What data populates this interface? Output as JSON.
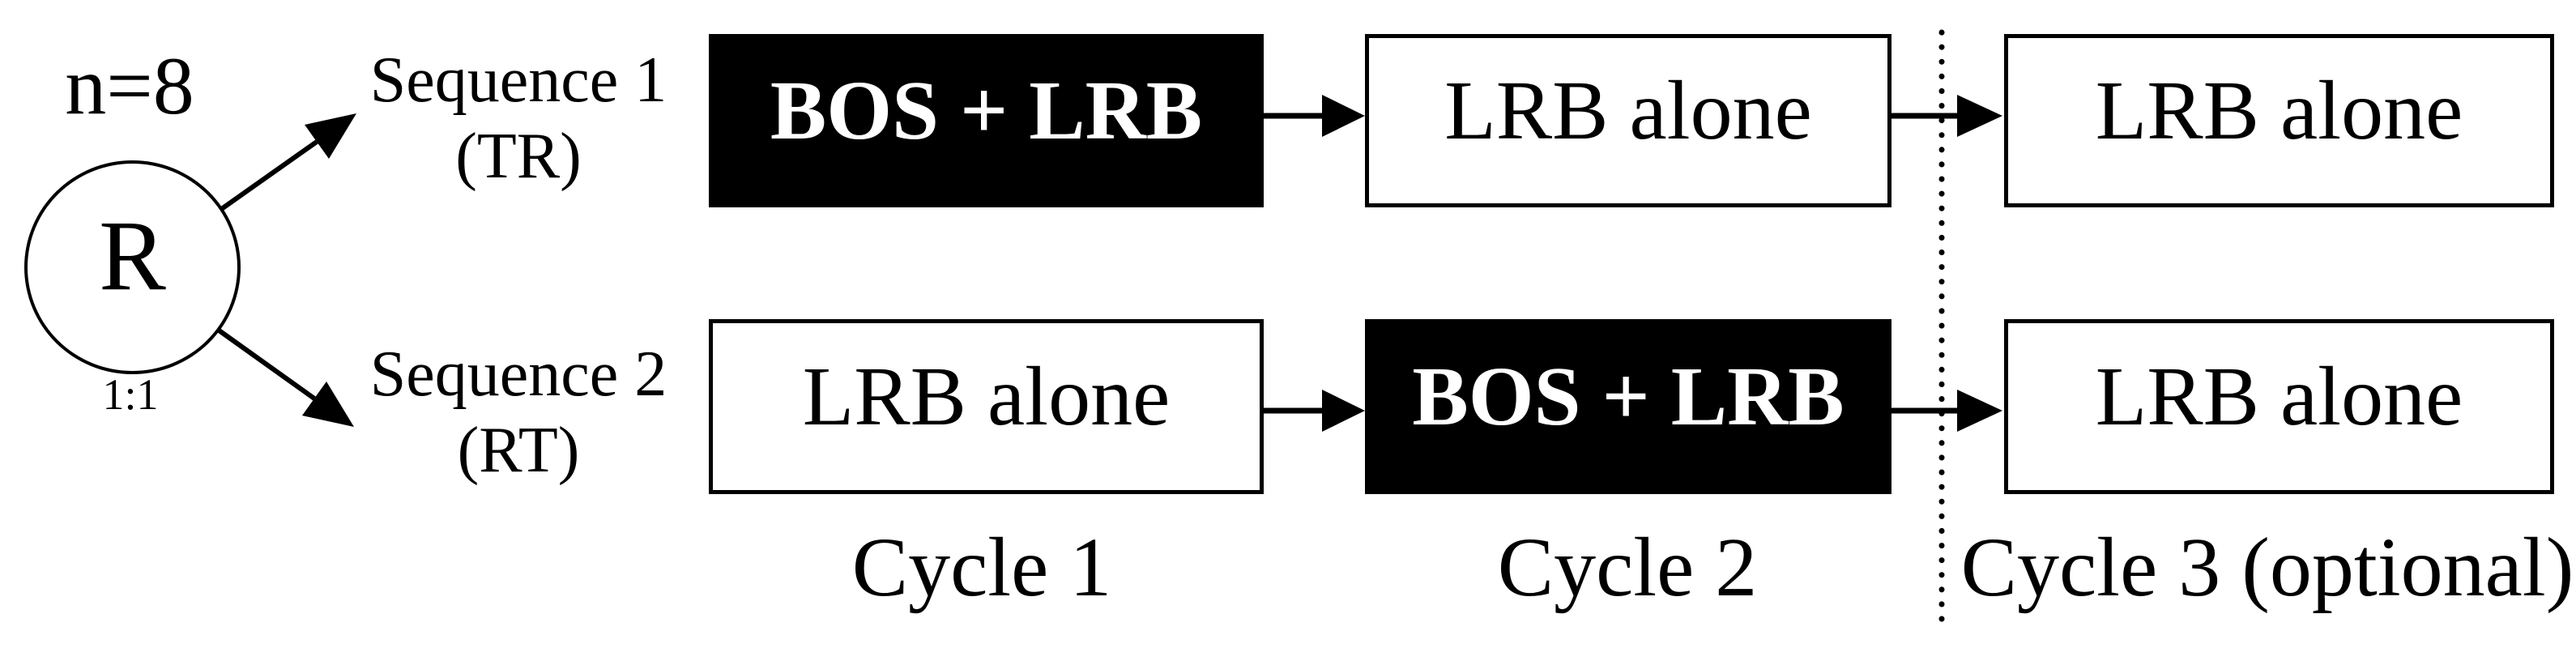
{
  "diagram": {
    "randomization": {
      "n_label": "n=8",
      "circle_label": "R",
      "ratio_label": "1:1"
    },
    "sequences": [
      {
        "name": "Sequence 1",
        "code": "(TR)",
        "cells": [
          {
            "label": "BOS + LRB",
            "variant": "filled"
          },
          {
            "label": "LRB alone",
            "variant": "outline"
          },
          {
            "label": "LRB alone",
            "variant": "outline"
          }
        ]
      },
      {
        "name": "Sequence 2",
        "code": "(RT)",
        "cells": [
          {
            "label": "LRB alone",
            "variant": "outline"
          },
          {
            "label": "BOS + LRB",
            "variant": "filled"
          },
          {
            "label": "LRB alone",
            "variant": "outline"
          }
        ]
      }
    ],
    "cycle_labels": [
      "Cycle 1",
      "Cycle 2",
      "Cycle 3 (optional)"
    ],
    "colors": {
      "filled_box_background": "#000000",
      "filled_box_text": "#ffffff",
      "outline_box_border": "#000000",
      "text": "#000000",
      "background": "#ffffff"
    }
  }
}
